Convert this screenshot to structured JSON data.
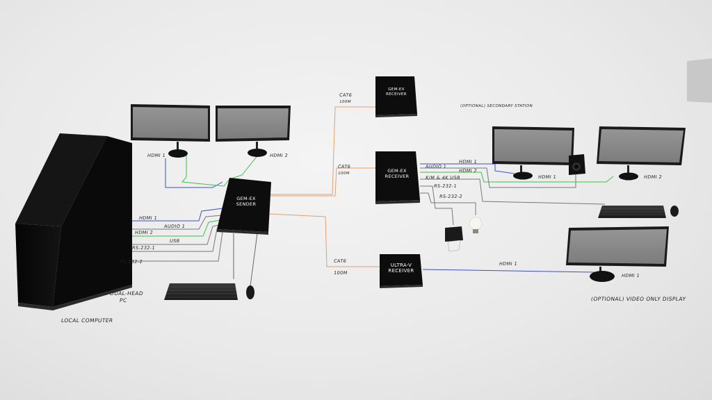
{
  "computer": {
    "caption": "LOCAL COMPUTER",
    "pc_label_line1": "DUAL-HEAD",
    "pc_label_line2": "PC",
    "ports": [
      "HDMI 1",
      "AUDIO 1",
      "HDMI 2",
      "USB",
      "RS-232-1",
      "RS-232-2"
    ]
  },
  "local_monitors": [
    "HDMI 1",
    "HDMI 2"
  ],
  "sender": {
    "line1": "GEM-EX",
    "line2": "SENDER"
  },
  "receiver_top": {
    "line1": "GEM-EX",
    "line2": "RECEIVER",
    "cable": "CAT6",
    "distance": "100M"
  },
  "receiver_main": {
    "line1": "GEM-EX",
    "line2": "RECEIVER",
    "cable": "CAT6",
    "distance": "100M",
    "ports": [
      "AUDIO 1",
      "HDMI 1",
      "HDMI 2",
      "K/M & 4K USB",
      "RS-232-1",
      "RS-232-2"
    ]
  },
  "secondary_station": {
    "caption": "(OPTIONAL) SECONDARY STATION",
    "monitors": [
      "HDMI 1",
      "HDMI 2"
    ]
  },
  "ultra_v": {
    "line1": "ULTRA-V",
    "line2": "RECEIVER",
    "cable": "CAT6",
    "distance": "100M",
    "output": "HDMI 1",
    "display_label": "HDMI 1",
    "caption": "(OPTIONAL) VIDEO ONLY DISPLAY"
  },
  "colors": {
    "hdmi1": "#3a4fd0",
    "hdmi2": "#39c04a",
    "cat6": "#e0a070",
    "device": "#0b0b0b",
    "screen": "#8c8c8c"
  }
}
